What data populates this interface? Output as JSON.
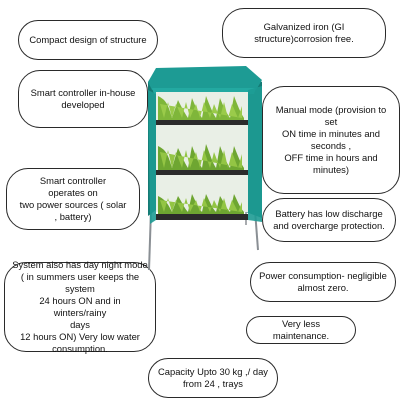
{
  "features": {
    "compact_design": "Compact design of structure",
    "gi_structure": "Galvanized iron (GI\nstructure)corrosion free.",
    "smart_controller_inhouse": "Smart controller in-house\ndeveloped",
    "manual_mode": "Manual mode (provision to\nset\nON time in minutes and\nseconds ,\nOFF time in hours and\nminutes)",
    "power_sources": "Smart controller\noperates on\ntwo power sources ( solar\n, battery)",
    "battery": "Battery has low discharge\nand overcharge protection.",
    "day_night_mode": "System also has day night mode\n( in summers user keeps the\nsystem\n24 hours ON and in winters/rainy\ndays\n12 hours ON) Very low water\nconsumption.",
    "power_consumption": "Power consumption- negligible\nalmost zero.",
    "maintenance": "Very less maintenance.",
    "capacity": "Capacity Upto 30 kg ,/ day\nfrom 24 , trays"
  },
  "colors": {
    "cover": "#1d9b94",
    "cover_dark": "#147a74",
    "tray": "#2b2b2b",
    "grass": "#6ea631",
    "grass_light": "#9acb4a",
    "frame": "#8a8f94"
  }
}
